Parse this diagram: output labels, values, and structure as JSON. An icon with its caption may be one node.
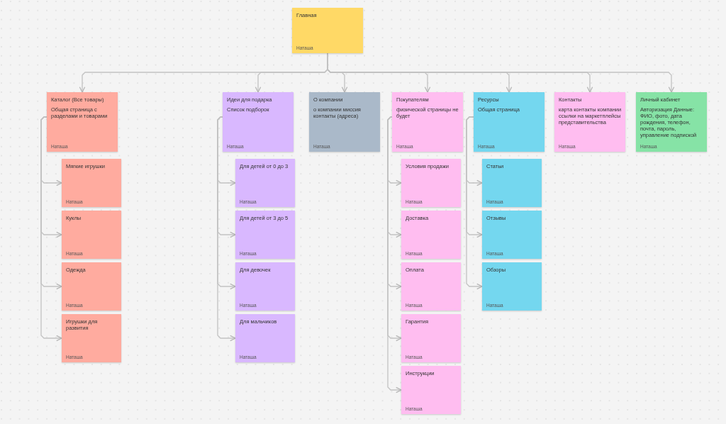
{
  "diagram": {
    "nodes": [
      {
        "text": [
          "Главная",
          "Наташа"
        ]
      },
      {
        "text": [
          "Каталог (Все товары)",
          "Общая страница с разделами и товарами",
          "Наташа"
        ]
      },
      {
        "text": [
          "Идеи для подарка",
          "Список подборок",
          "Наташа"
        ]
      },
      {
        "text": [
          "О компании",
          "о компании миссия контакты (адреса)",
          "Наташа"
        ]
      },
      {
        "text": [
          "Покупателям",
          "физической страницы не будет",
          "Наташа"
        ]
      },
      {
        "text": [
          "Ресурсы",
          "Общая страница",
          "Наташа"
        ]
      },
      {
        "text": [
          "Контакты",
          "карта контакты компании ссылки на маркетплейсы представительства",
          "Наташа"
        ]
      },
      {
        "text": [
          "Личный кабинет",
          "Авторизация Данные: ФИО, фото, дата рождения, телефон, почта, пароль, управление подпиской",
          "Наташа"
        ]
      },
      {
        "text": [
          "Мягкие игрушки",
          "Наташа"
        ]
      },
      {
        "text": [
          "Куклы",
          "Наташа"
        ]
      },
      {
        "text": [
          "Одежда",
          "Наташа"
        ]
      },
      {
        "text": [
          "Игрушки для развития",
          "Наташа"
        ]
      },
      {
        "text": [
          "Для детей от 0 до 3",
          "Наташа"
        ]
      },
      {
        "text": [
          "Для детей от 3 до 5",
          "Наташа"
        ]
      },
      {
        "text": [
          "Для девочек",
          "Наташа"
        ]
      },
      {
        "text": [
          "Для мальчиков",
          "Наташа"
        ]
      },
      {
        "text": [
          "Условия продажи",
          "Наташа"
        ]
      },
      {
        "text": [
          "Доставка",
          "Наташа"
        ]
      },
      {
        "text": [
          "Оплата",
          "Наташа"
        ]
      },
      {
        "text": [
          "Гарантия",
          "Наташа"
        ]
      },
      {
        "text": [
          "Инструкции",
          "Наташа"
        ]
      },
      {
        "text": [
          "Статьи",
          "Наташа"
        ]
      },
      {
        "text": [
          "Отзывы",
          "Наташа"
        ]
      },
      {
        "text": [
          "Обзоры",
          "Наташа"
        ]
      }
    ],
    "edges": [
      {
        "from": 0,
        "to": 1,
        "arrow": "to"
      },
      {
        "from": 0,
        "to": 2,
        "arrow": "to"
      },
      {
        "from": 0,
        "to": 3,
        "arrow": "to"
      },
      {
        "from": 0,
        "to": 4,
        "arrow": "to"
      },
      {
        "from": 0,
        "to": 5,
        "arrow": "to"
      },
      {
        "from": 0,
        "to": 6,
        "arrow": "to"
      },
      {
        "from": 0,
        "to": 7,
        "arrow": "to"
      },
      {
        "from": 1,
        "to": 8,
        "arrow": "to"
      },
      {
        "from": 1,
        "to": 9,
        "arrow": "to"
      },
      {
        "from": 1,
        "to": 10,
        "arrow": "to"
      },
      {
        "from": 1,
        "to": 11,
        "arrow": "to"
      },
      {
        "from": 2,
        "to": 12,
        "arrow": "to"
      },
      {
        "from": 2,
        "to": 13,
        "arrow": "to"
      },
      {
        "from": 2,
        "to": 14,
        "arrow": "to"
      },
      {
        "from": 2,
        "to": 15,
        "arrow": "to"
      },
      {
        "from": 4,
        "to": 16,
        "arrow": "to"
      },
      {
        "from": 4,
        "to": 17,
        "arrow": "to"
      },
      {
        "from": 4,
        "to": 18,
        "arrow": "to"
      },
      {
        "from": 4,
        "to": 19,
        "arrow": "to"
      },
      {
        "from": 4,
        "to": 20,
        "arrow": "to"
      },
      {
        "from": 5,
        "to": 21,
        "arrow": "to"
      },
      {
        "from": 5,
        "to": 22,
        "arrow": "to"
      },
      {
        "from": 5,
        "to": 23,
        "arrow": "to"
      }
    ]
  }
}
